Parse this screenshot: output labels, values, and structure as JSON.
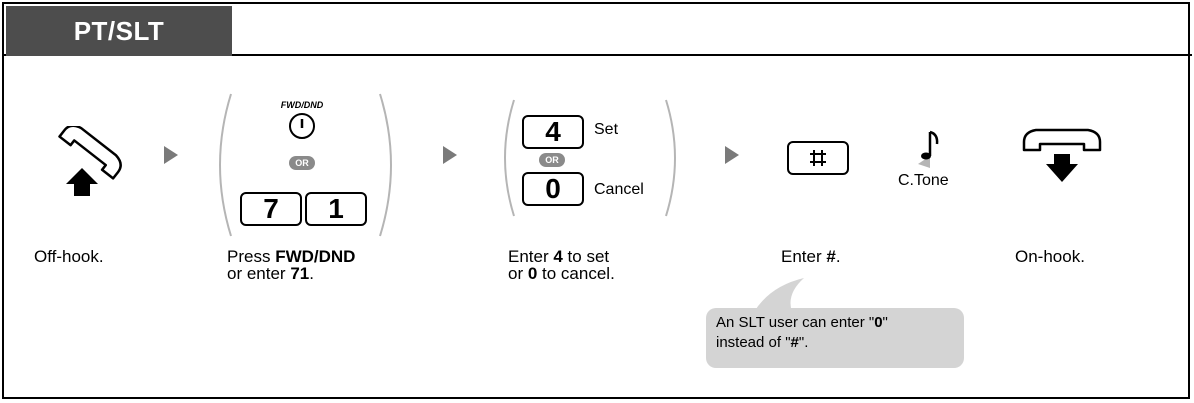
{
  "header": {
    "tab_label": "PT/SLT"
  },
  "steps": {
    "offhook": {
      "caption": "Off-hook."
    },
    "fwd": {
      "key_label": "FWD/DND",
      "or_label": "OR",
      "digit1": "7",
      "digit2": "1",
      "caption_pre": "Press ",
      "caption_bold1": "FWD/DND",
      "caption_mid": "or enter ",
      "caption_bold2": "71",
      "caption_end": "."
    },
    "setcancel": {
      "key_set": "4",
      "set_label": "Set",
      "or_label": "OR",
      "key_cancel": "0",
      "cancel_label": "Cancel",
      "caption_a": "Enter ",
      "caption_a_bold": "4",
      "caption_a_end": " to set",
      "caption_b": "or ",
      "caption_b_bold": "0",
      "caption_b_end": " to cancel."
    },
    "hash": {
      "caption_pre": "Enter ",
      "caption_bold": "#",
      "caption_end": "."
    },
    "tone": {
      "label": "C.Tone"
    },
    "onhook": {
      "caption": "On-hook."
    }
  },
  "note": {
    "line1_pre": "An SLT user can enter \"",
    "line1_bold": "0",
    "line1_end": "\"",
    "line2_pre": "instead of \"",
    "line2_bold": "#",
    "line2_end": "\"."
  }
}
